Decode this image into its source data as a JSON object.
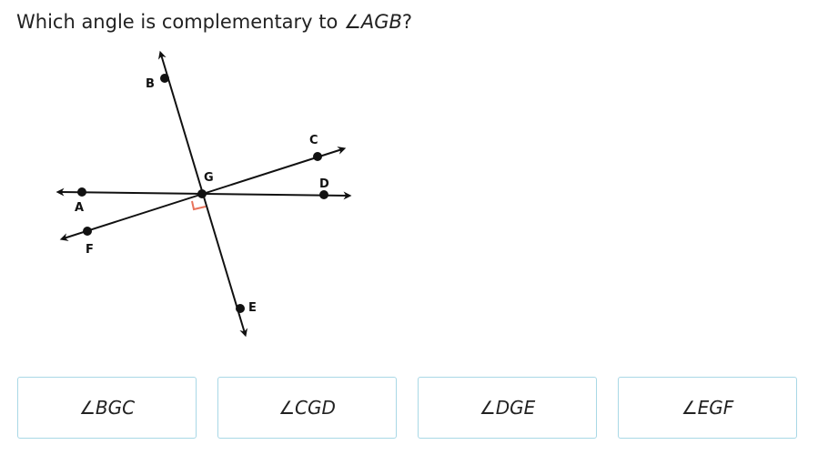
{
  "question": {
    "text": "Which angle is complementary to ",
    "angle": "∠AGB",
    "end": "?"
  },
  "diagram": {
    "labels": {
      "A": "A",
      "B": "B",
      "C": "C",
      "D": "D",
      "E": "E",
      "F": "F",
      "G": "G"
    },
    "right_angle_color": "#e8735b"
  },
  "choices": [
    {
      "label": "∠BGC"
    },
    {
      "label": "∠CGD"
    },
    {
      "label": "∠DGE"
    },
    {
      "label": "∠EGF"
    }
  ]
}
